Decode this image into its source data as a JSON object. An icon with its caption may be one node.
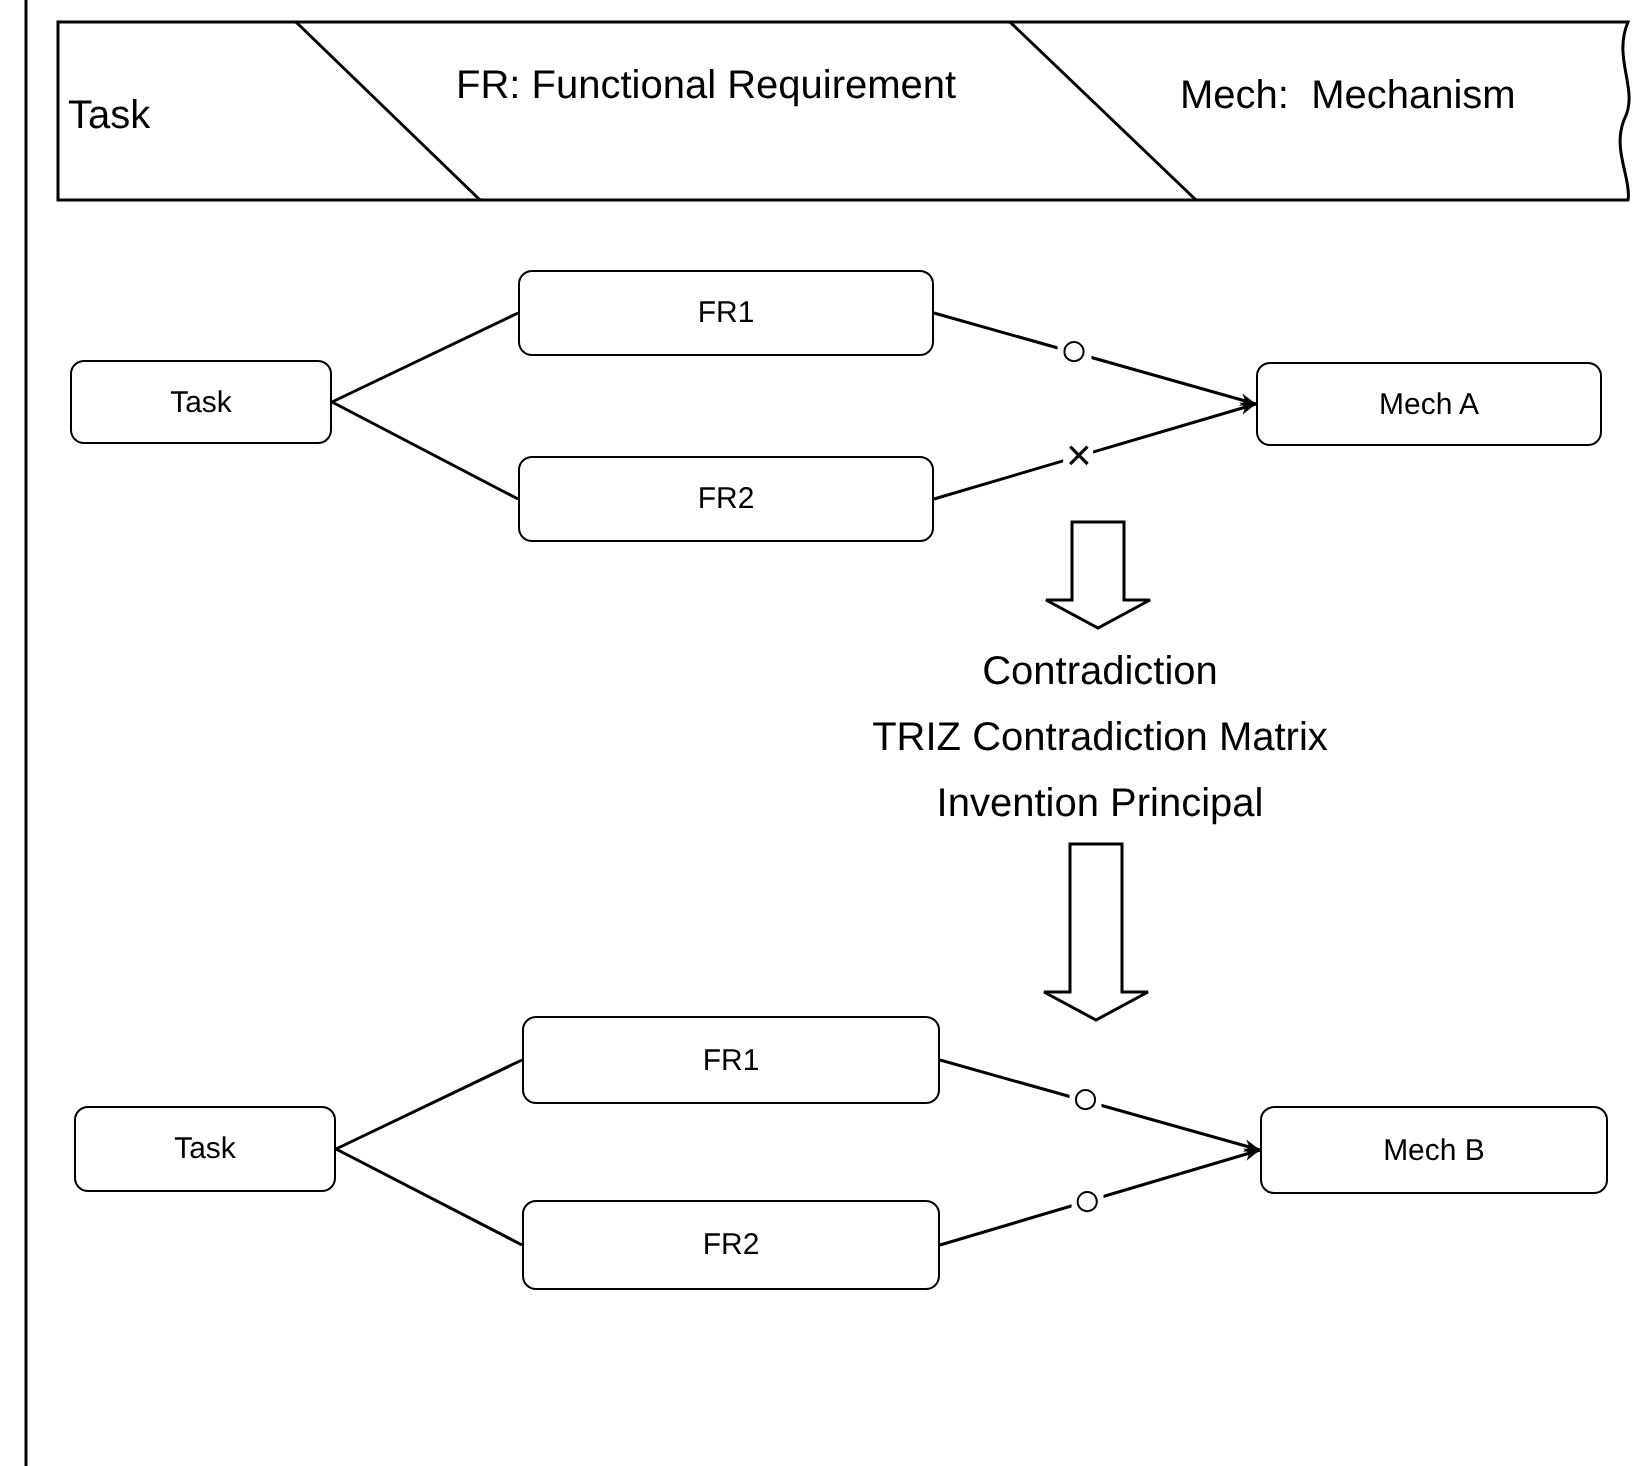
{
  "diagram": {
    "nodes": [
      {
        "text": [
          "Task",
          "FR: Functional Requirement",
          "Mech:  Mechanism"
        ]
      },
      {
        "text": [
          "Task"
        ]
      },
      {
        "text": [
          "FR1"
        ]
      },
      {
        "text": [
          "FR2"
        ]
      },
      {
        "text": [
          "Mech A"
        ]
      },
      {
        "text": [
          "Task"
        ]
      },
      {
        "text": [
          "FR1"
        ]
      },
      {
        "text": [
          "FR2"
        ]
      },
      {
        "text": [
          "Mech B"
        ]
      },
      {
        "text": [
          "Contradiction",
          "TRIZ Contradiction Matrix",
          "Invention Principal"
        ]
      }
    ],
    "edges": [
      {
        "from": 1,
        "to": 2,
        "arrow": "none"
      },
      {
        "from": 1,
        "to": 3,
        "arrow": "none"
      },
      {
        "from": 2,
        "to": 4,
        "arrow": "to",
        "label": "○"
      },
      {
        "from": 3,
        "to": 4,
        "arrow": "to",
        "label": "×"
      },
      {
        "from": null,
        "to": 9,
        "arrow": "to",
        "style": "thick"
      },
      {
        "from": 9,
        "to": null,
        "arrow": "to",
        "style": "thick"
      },
      {
        "from": 5,
        "to": 6,
        "arrow": "none"
      },
      {
        "from": 5,
        "to": 7,
        "arrow": "none"
      },
      {
        "from": 6,
        "to": 8,
        "arrow": "to",
        "label": "○"
      },
      {
        "from": 7,
        "to": 8,
        "arrow": "to",
        "label": "○"
      }
    ]
  }
}
